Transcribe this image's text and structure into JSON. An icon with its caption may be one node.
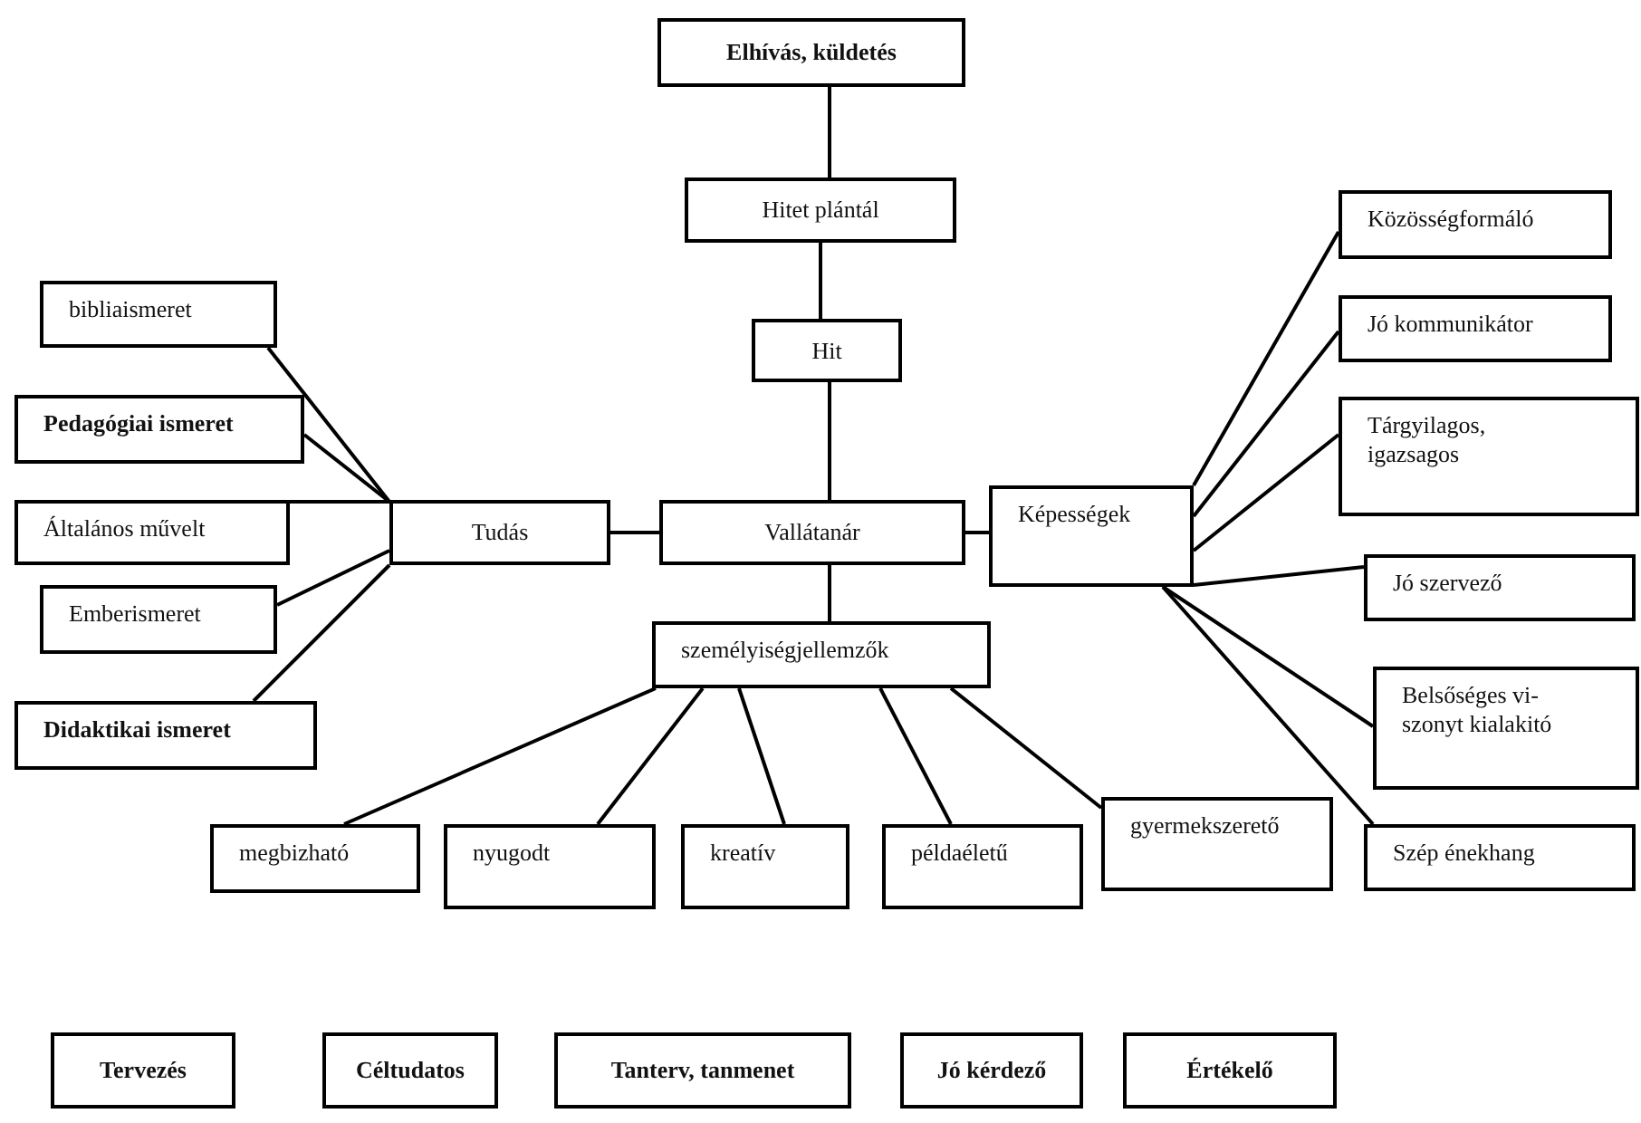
{
  "diagram": {
    "nodes": [
      {
        "text": [
          "Elhívás, küldetés"
        ]
      },
      {
        "text": [
          "Hitet plántál"
        ]
      },
      {
        "text": [
          "Hit"
        ]
      },
      {
        "text": [
          "Vallátanár"
        ]
      },
      {
        "text": [
          "Képességek"
        ]
      },
      {
        "text": [
          "Tudás"
        ]
      },
      {
        "text": [
          "bibliaismeret"
        ]
      },
      {
        "text": [
          "Pedagógiai ismeret"
        ]
      },
      {
        "text": [
          "Általános művelt"
        ]
      },
      {
        "text": [
          "Emberismeret"
        ]
      },
      {
        "text": [
          "Didaktikai ismeret"
        ]
      },
      {
        "text": [
          "személyiségjellemzők"
        ]
      },
      {
        "text": [
          "Közösségformáló"
        ]
      },
      {
        "text": [
          "Jó kommunikátor"
        ]
      },
      {
        "text": [
          "Tárgyilagos, igazsagos"
        ]
      },
      {
        "text": [
          "Jó szervező"
        ]
      },
      {
        "text": [
          "Belsőséges vi- szonyt kialakitó"
        ]
      },
      {
        "text": [
          "Szép énekhang"
        ]
      },
      {
        "text": [
          "megbizható"
        ]
      },
      {
        "text": [
          "nyugodt"
        ]
      },
      {
        "text": [
          "kreatív"
        ]
      },
      {
        "text": [
          "példaéletű"
        ]
      },
      {
        "text": [
          "gyermekszerető"
        ]
      },
      {
        "text": [
          "Tervezés"
        ]
      },
      {
        "text": [
          "Céltudatos"
        ]
      },
      {
        "text": [
          "Tanterv, tanmenet"
        ]
      },
      {
        "text": [
          "Jó kérdező"
        ]
      },
      {
        "text": [
          "Értékelő"
        ]
      }
    ],
    "edges": [
      {
        "from": 0,
        "to": 1,
        "arrow": "none"
      },
      {
        "from": 1,
        "to": 2,
        "arrow": "none"
      },
      {
        "from": 2,
        "to": 3,
        "arrow": "none"
      },
      {
        "from": 5,
        "to": 3,
        "arrow": "none"
      },
      {
        "from": 3,
        "to": 4,
        "arrow": "none"
      },
      {
        "from": 3,
        "to": 11,
        "arrow": "none"
      },
      {
        "from": 6,
        "to": 5,
        "arrow": "none"
      },
      {
        "from": 7,
        "to": 5,
        "arrow": "none"
      },
      {
        "from": 8,
        "to": 5,
        "arrow": "none"
      },
      {
        "from": 9,
        "to": 5,
        "arrow": "none"
      },
      {
        "from": 10,
        "to": 5,
        "arrow": "none"
      },
      {
        "from": 4,
        "to": 12,
        "arrow": "none"
      },
      {
        "from": 4,
        "to": 13,
        "arrow": "none"
      },
      {
        "from": 4,
        "to": 14,
        "arrow": "none"
      },
      {
        "from": 4,
        "to": 15,
        "arrow": "none"
      },
      {
        "from": 4,
        "to": 16,
        "arrow": "none"
      },
      {
        "from": 4,
        "to": 17,
        "arrow": "none"
      },
      {
        "from": 11,
        "to": 18,
        "arrow": "none"
      },
      {
        "from": 11,
        "to": 19,
        "arrow": "none"
      },
      {
        "from": 11,
        "to": 20,
        "arrow": "none"
      },
      {
        "from": 11,
        "to": 21,
        "arrow": "none"
      },
      {
        "from": 11,
        "to": 22,
        "arrow": "none"
      }
    ]
  }
}
